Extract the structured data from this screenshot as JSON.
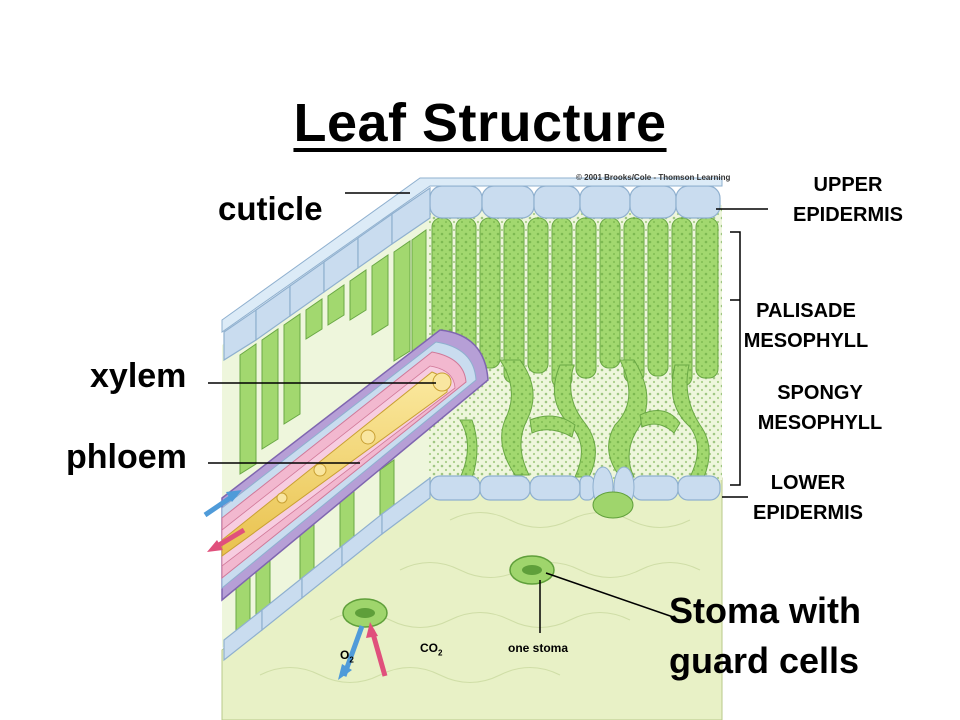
{
  "title": "Leaf Structure",
  "copyright": "© 2001 Brooks/Cole - Thomson Learning",
  "labels": {
    "cuticle": "cuticle",
    "xylem": "xylem",
    "phloem": "phloem",
    "upper_epidermis": [
      "UPPER",
      "EPIDERMIS"
    ],
    "palisade_mesophyll": [
      "PALISADE",
      "MESOPHYLL"
    ],
    "spongy_mesophyll": [
      "SPONGY",
      "MESOPHYLL"
    ],
    "lower_epidermis": [
      "LOWER",
      "EPIDERMIS"
    ],
    "stoma": [
      "Stoma with",
      "guard cells"
    ],
    "co2": "CO",
    "co2_sub": "2",
    "o2": "O",
    "o2_sub": "2",
    "one_stoma": "one stoma"
  },
  "colors": {
    "epidermis": "#c9dcef",
    "epidermis_edge": "#8fb0cf",
    "mesophyll": "#9fd56c",
    "mesophyll_dark": "#5f9f3a",
    "lower_surface": "#e7f0c2",
    "xylem": "#f3d46a",
    "phloem": "#f2b8cf",
    "bundle_sheath": "#b69fd6",
    "arrow_blue": "#4f9bd9",
    "arrow_pink": "#e0507c"
  }
}
